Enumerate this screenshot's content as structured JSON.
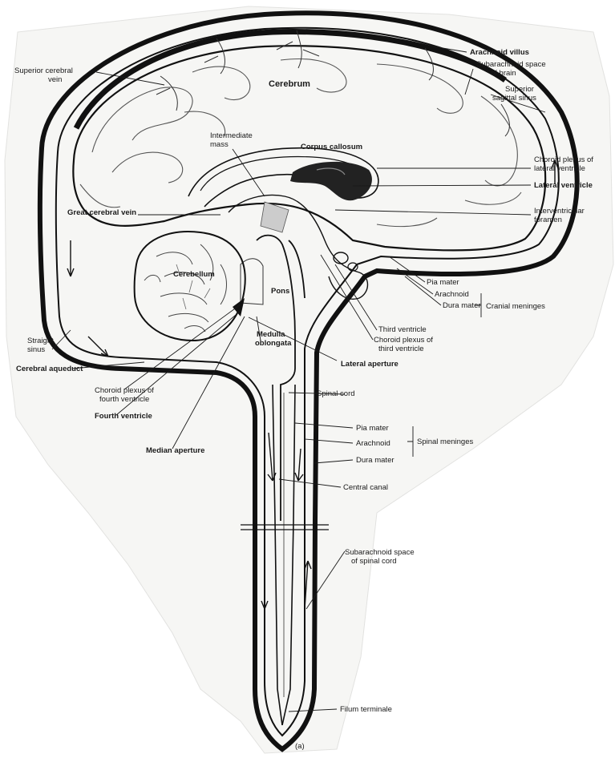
{
  "labels": {
    "arachnoid_villus": "Arachnoid villus",
    "subarachnoid_brain": [
      "Subarachnoid space",
      "of brain"
    ],
    "superior_cerebral_vein": [
      "Superior cerebral",
      "vein"
    ],
    "cerebrum": "Cerebrum",
    "superior_sagittal_sinus": [
      "Superior",
      "sagittal sinus"
    ],
    "corpus_callosum": "Corpus callosum",
    "intermediate_mass": [
      "Intermediate",
      "mass"
    ],
    "choroid_plexus_lateral": [
      "Choroid plexus of",
      "lateral ventricle"
    ],
    "lateral_ventricle": "Lateral ventricle",
    "great_cerebral_vein": "Great cerebral vein",
    "interventricular_foramen": [
      "Interventricular",
      "foramen"
    ],
    "cerebellum": "Cerebellum",
    "pons": "Pons",
    "pia_mater_cranial": "Pia mater",
    "arachnoid_cranial": "Arachnoid",
    "dura_mater_cranial": "Dura mater",
    "cranial_meninges": "Cranial meninges",
    "third_ventricle": "Third ventricle",
    "choroid_plexus_third": [
      "Choroid plexus of",
      "third ventricle"
    ],
    "straight_sinus": [
      "Straight",
      "sinus"
    ],
    "medulla_oblongata": [
      "Medulla",
      "oblongata"
    ],
    "lateral_aperture": "Lateral aperture",
    "cerebral_aqueduct": "Cerebral aqueduct",
    "choroid_plexus_fourth": [
      "Choroid plexus of",
      "fourth ventricle"
    ],
    "spinal_cord": "Spinal cord",
    "fourth_ventricle": "Fourth ventricle",
    "pia_mater_spinal": "Pia mater",
    "arachnoid_spinal": "Arachnoid",
    "spinal_meninges": "Spinal meninges",
    "median_aperture": "Median aperture",
    "dura_mater_spinal": "Dura mater",
    "central_canal": "Central canal",
    "subarachnoid_spinal": [
      "Subarachnoid space",
      "of spinal cord"
    ],
    "filum_terminale": "Filum terminale",
    "panel_letter": "(a)"
  }
}
